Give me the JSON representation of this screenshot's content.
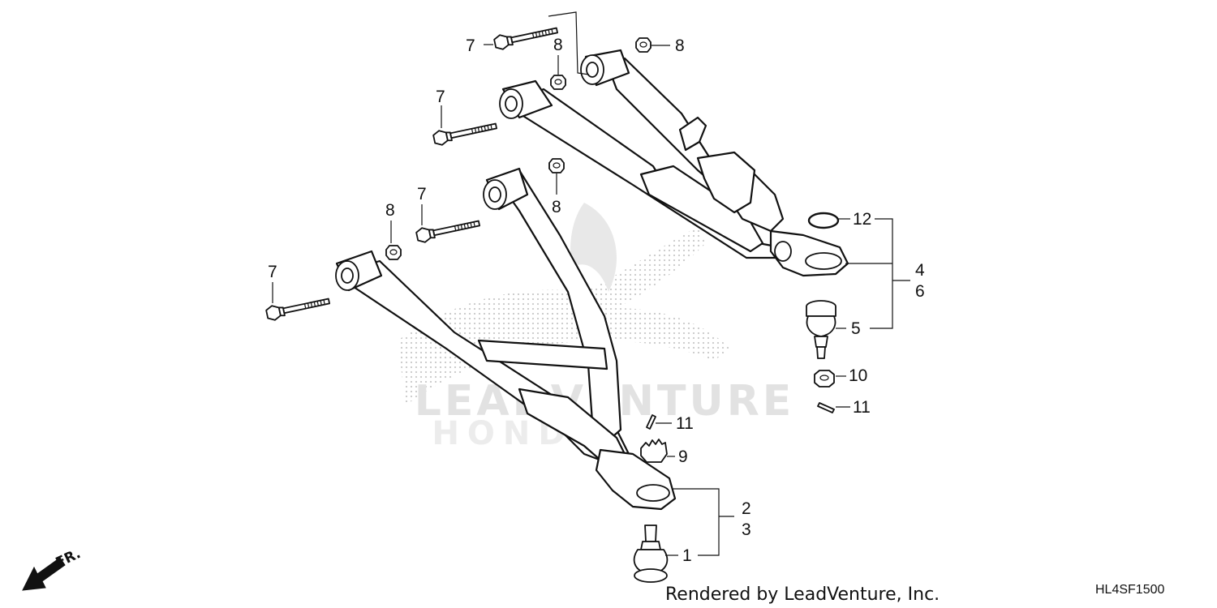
{
  "watermark": {
    "brand": "LEADVENTURE",
    "sub": "HONDA"
  },
  "callouts": {
    "upper_bolt_front": "7",
    "upper_nut_mid": "8",
    "upper_nut_rear": "8",
    "upper_bolt_inner": "7",
    "lower_nut_rear": "8",
    "lower_bolt_rear": "7",
    "lower_nut_front": "8",
    "lower_bolt_front": "7",
    "upper_circlip": "12",
    "upper_arm_a": "4",
    "upper_arm_b": "6",
    "upper_ball_joint": "5",
    "upper_castle_nut": "10",
    "upper_cotter_pin": "11",
    "lower_cotter_pin": "11",
    "lower_castle_nut": "9",
    "lower_arm_a": "2",
    "lower_arm_b": "3",
    "lower_ball_joint": "1"
  },
  "direction_label": "FR.",
  "footer": {
    "rendered_by": "Rendered by LeadVenture, Inc.",
    "diagram_code": "HL4SF1500"
  }
}
